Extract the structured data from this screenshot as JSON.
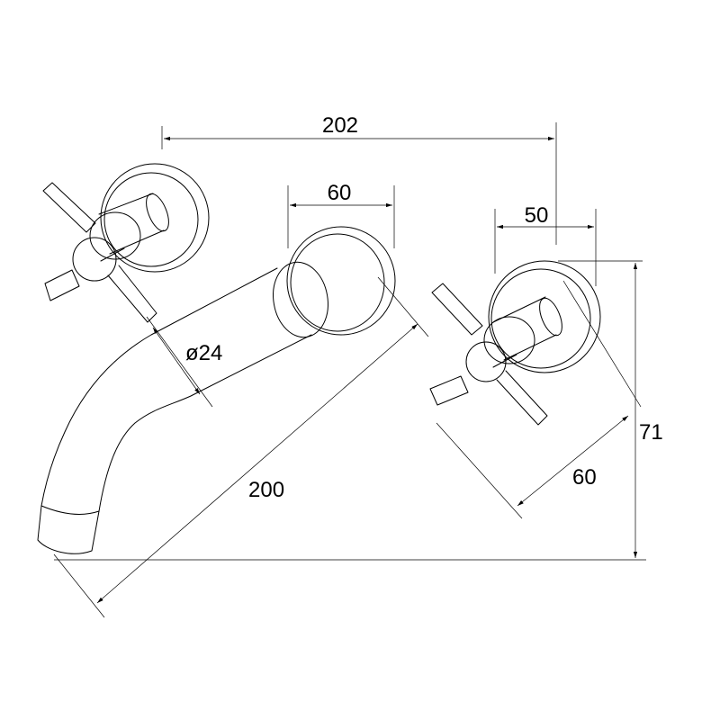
{
  "dimensions": {
    "overall_width": "202",
    "spout_flange_diameter": "60",
    "handle_spacing": "50",
    "spout_diameter": "ø24",
    "spout_length": "200",
    "handle_depth": "60",
    "height": "71"
  },
  "colors": {
    "line": "#000000",
    "background": "#ffffff"
  }
}
